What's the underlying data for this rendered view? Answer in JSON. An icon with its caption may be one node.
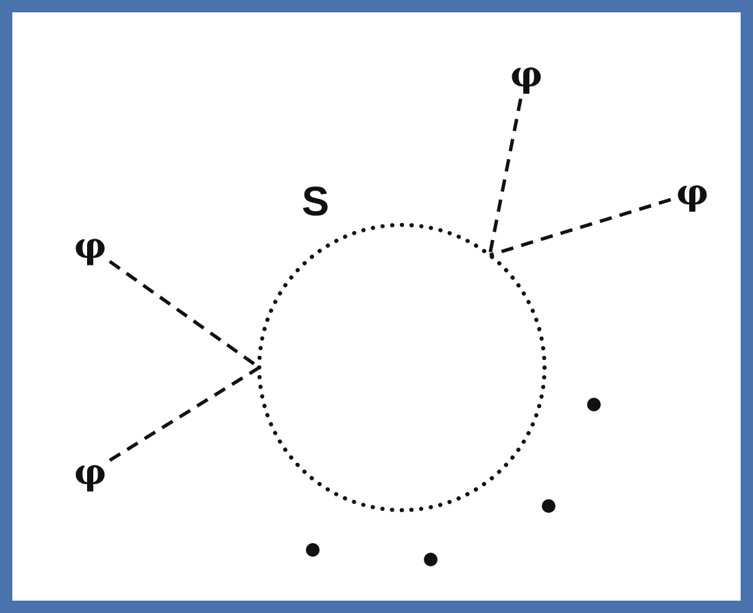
{
  "diagram": {
    "nodes": [
      {
        "text": [
          "S"
        ]
      },
      {
        "text": [
          "φ"
        ]
      },
      {
        "text": [
          "φ"
        ]
      },
      {
        "text": [
          "φ"
        ]
      },
      {
        "text": [
          "φ"
        ]
      }
    ],
    "edges": [
      {
        "from": 1,
        "to": 0,
        "arrow": "none",
        "style": "dashed"
      },
      {
        "from": 2,
        "to": 0,
        "arrow": "none",
        "style": "dashed"
      },
      {
        "from": 3,
        "to": 0,
        "arrow": "none",
        "style": "dashed"
      },
      {
        "from": 4,
        "to": 0,
        "arrow": "none",
        "style": "dashed"
      }
    ]
  }
}
